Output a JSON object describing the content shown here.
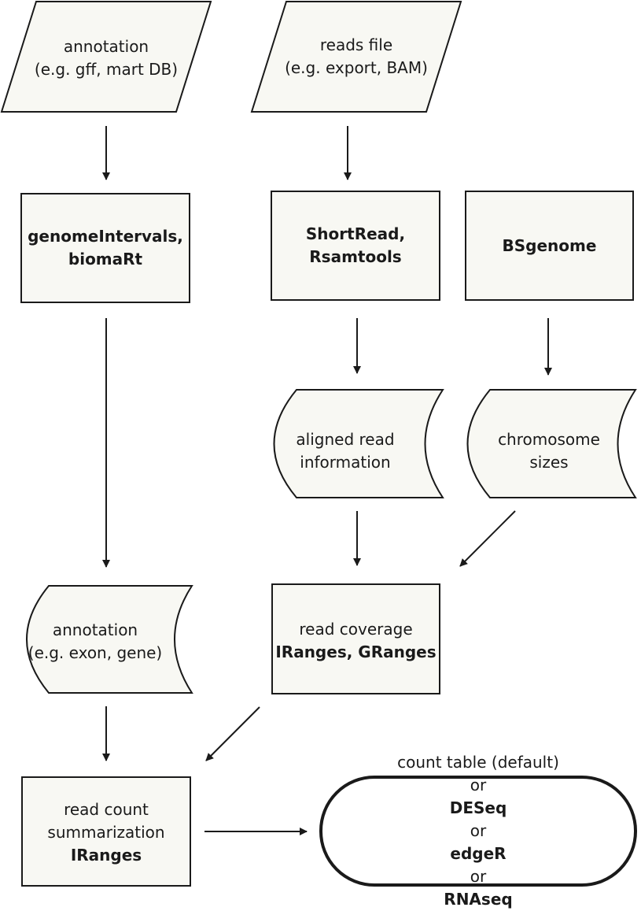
{
  "nodes": {
    "annotation_input": {
      "line1": "annotation",
      "line2": "(e.g. gff, mart DB)"
    },
    "reads_file": {
      "line1": "reads file",
      "line2": "(e.g. export, BAM)"
    },
    "genomeintervals": {
      "line1": "genomeIntervals,",
      "line2": "biomaRt"
    },
    "shortread": {
      "line1": "ShortRead,",
      "line2": "Rsamtools"
    },
    "bsgenome": {
      "line1": "BSgenome"
    },
    "aligned_read": {
      "line1": "aligned read",
      "line2": "information"
    },
    "chromosome_sizes": {
      "line1": "chromosome",
      "line2": "sizes"
    },
    "annotation_output": {
      "line1": "annotation",
      "line2": "(e.g. exon, gene)"
    },
    "read_coverage": {
      "line1": "read coverage",
      "line2": "IRanges, GRanges"
    },
    "read_count": {
      "line1": "read count",
      "line2": "summarization",
      "line3": "IRanges"
    },
    "count_table": {
      "line1": "count table (default)",
      "line2": "or",
      "tool1": "DESeq",
      "sep1": " or ",
      "tool2": "edgeR",
      "sep2": " or ",
      "tool3": "RNAseq"
    }
  },
  "colors": {
    "fill": "#f8f8f3",
    "stroke": "#1a1a1a"
  }
}
